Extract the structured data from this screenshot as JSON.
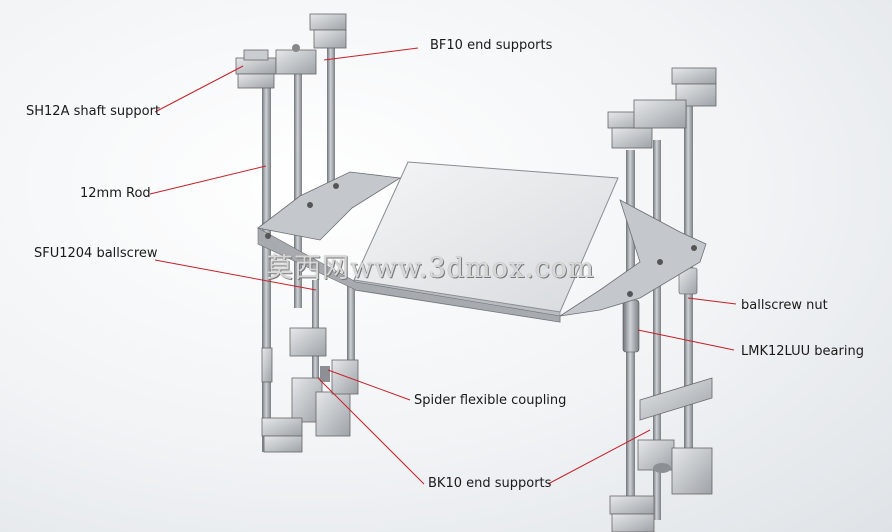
{
  "labels": {
    "bf10_end_supports": "BF10 end supports",
    "sh12a_shaft_support": "SH12A shaft support",
    "rod_12mm": "12mm Rod",
    "sfu1204_ballscrew": "SFU1204 ballscrew",
    "ballscrew_nut": "ballscrew nut",
    "lmk12luu_bearing": "LMK12LUU bearing",
    "spider_flexible_coupling": "Spider flexible coupling",
    "bk10_end_supports": "BK10 end supports"
  },
  "watermark": "莫西网www.3dmox.com",
  "colors": {
    "leader_line": "#c8202a",
    "metal": "#a8acb0",
    "metal_dark": "#6e7378",
    "plate": "#e8eaec"
  }
}
